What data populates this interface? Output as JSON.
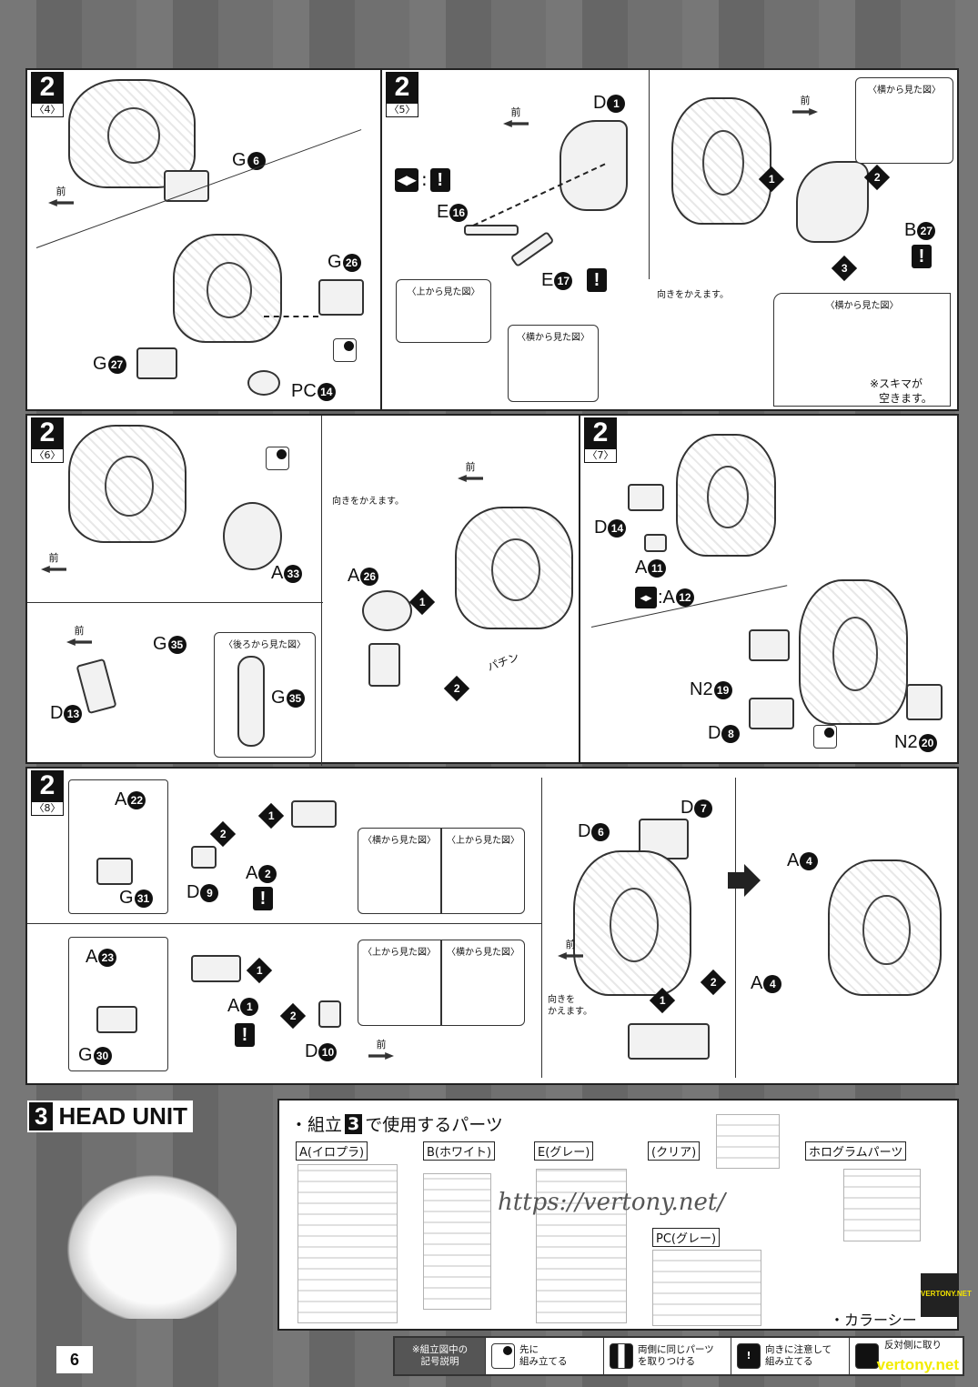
{
  "page_number": "6",
  "forward": "前",
  "turn_around": "向きをかえます。",
  "p24": {
    "step": "2",
    "sub": "〈4〉",
    "labels": [
      {
        "part": "G",
        "num": "6"
      },
      {
        "part": "G",
        "num": "26"
      },
      {
        "part": "G",
        "num": "27"
      },
      {
        "part": "PC",
        "num": "14"
      }
    ]
  },
  "p25": {
    "step": "2",
    "sub": "〈5〉",
    "labels": [
      {
        "part": "D",
        "num": "1"
      },
      {
        "part": "E",
        "num": "16"
      },
      {
        "part": "E",
        "num": "17"
      },
      {
        "part": "B",
        "num": "27"
      }
    ],
    "view_top": "〈上から見た図〉",
    "view_side": "〈横から見た図〉",
    "gap_note_1": "※スキマが",
    "gap_note_2": "空きます。",
    "steps": [
      "1",
      "2",
      "3"
    ],
    "pair_colon": ":"
  },
  "p26": {
    "step": "2",
    "sub": "〈6〉",
    "labels": [
      {
        "part": "A",
        "num": "33"
      },
      {
        "part": "A",
        "num": "26"
      },
      {
        "part": "G",
        "num": "35"
      },
      {
        "part": "D",
        "num": "13"
      },
      {
        "part": "G",
        "num": "35"
      }
    ],
    "snap": "パチン",
    "view_back": "〈後ろから見た図〉",
    "steps": [
      "1",
      "2"
    ]
  },
  "p27": {
    "step": "2",
    "sub": "〈7〉",
    "labels": [
      {
        "part": "D",
        "num": "14"
      },
      {
        "part": "A",
        "num": "11"
      },
      {
        "part": ":A",
        "num": "12"
      },
      {
        "part": "N2",
        "num": "19"
      },
      {
        "part": "D",
        "num": "8"
      },
      {
        "part": "N2",
        "num": "20"
      }
    ]
  },
  "p28": {
    "step": "2",
    "sub": "〈8〉",
    "labels": [
      {
        "part": "A",
        "num": "22"
      },
      {
        "part": "G",
        "num": "31"
      },
      {
        "part": "D",
        "num": "9"
      },
      {
        "part": "A",
        "num": "2"
      },
      {
        "part": "A",
        "num": "23"
      },
      {
        "part": "G",
        "num": "30"
      },
      {
        "part": "A",
        "num": "1"
      },
      {
        "part": "D",
        "num": "10"
      },
      {
        "part": "D",
        "num": "6"
      },
      {
        "part": "D",
        "num": "7"
      },
      {
        "part": "A",
        "num": "4"
      },
      {
        "part": "A",
        "num": "4"
      }
    ],
    "view_side": "〈横から見た図〉",
    "view_top": "〈上から見た図〉",
    "turn_1": "向きを",
    "turn_2": "かえます。",
    "steps": [
      "1",
      "2"
    ]
  },
  "section3": {
    "num": "3",
    "title": "HEAD UNIT",
    "parts_prefix": "・組立",
    "parts_num": "3",
    "parts_suffix": "で使用するパーツ",
    "runners": [
      "A(イロプラ)",
      "B(ホワイト)",
      "E(グレー)",
      "(クリア)",
      "ホログラムパーツ",
      "PC(グレー)"
    ],
    "sticker": "・カラーシー"
  },
  "watermark": {
    "url": "https://vertony.net/",
    "logo": "VERTONY.NET",
    "footer": "vertony.net"
  },
  "legend": {
    "heading_1": "※組立図中の",
    "heading_2": "記号説明",
    "items": [
      {
        "l1": "先に",
        "l2": "組み立てる"
      },
      {
        "l1": "両側に同じパーツ",
        "l2": "を取りつける"
      },
      {
        "l1": "向きに注意して",
        "l2": "組み立てる"
      },
      {
        "l1": "反対側に取り",
        "l2": ""
      }
    ]
  }
}
